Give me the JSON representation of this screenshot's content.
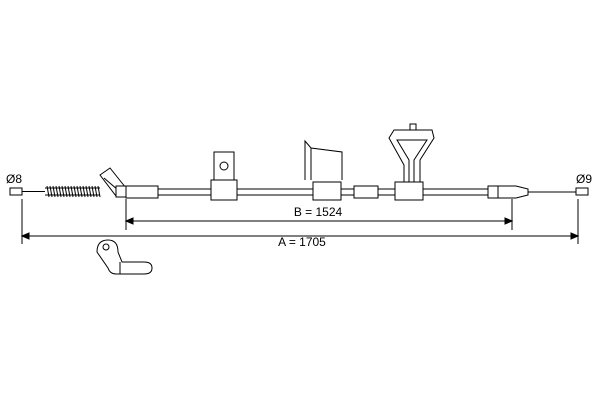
{
  "drawing": {
    "left_end_label": "Ø8",
    "right_end_label": "Ø9",
    "dimension_b_label": "B = 1524",
    "dimension_a_label": "A = 1705",
    "line_color": "#000000",
    "background_color": "#ffffff"
  }
}
